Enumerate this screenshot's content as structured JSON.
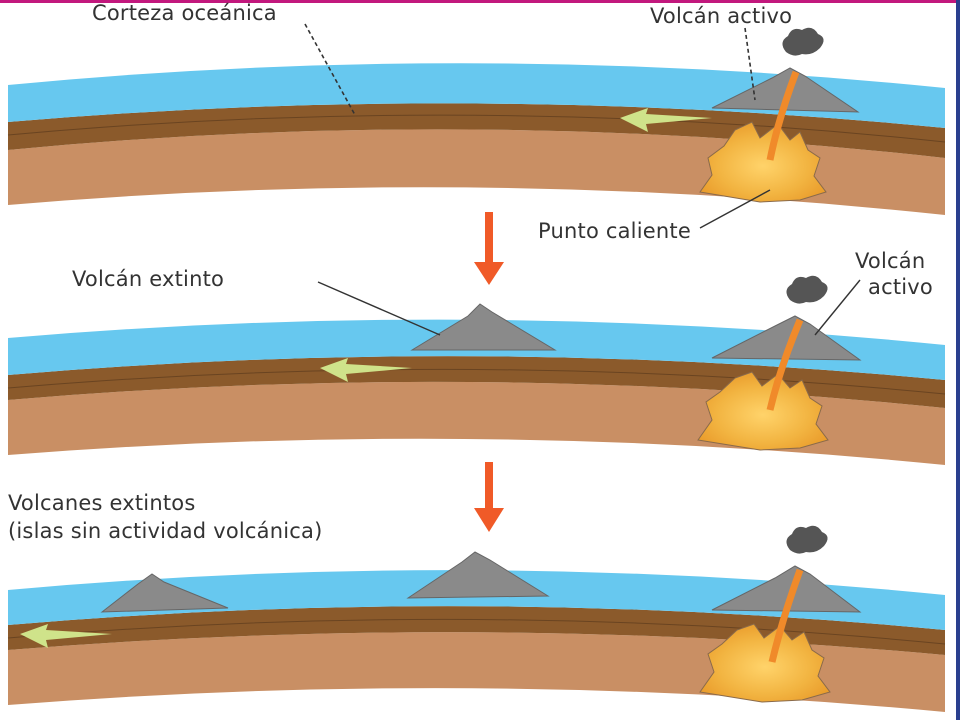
{
  "labels": {
    "corteza": "Corteza oceánica",
    "volcan_activo_1": "Volcán activo",
    "punto_caliente": "Punto caliente",
    "volcan_extinto": "Volcán extinto",
    "volcan_activo_2_line1": "Volcán",
    "volcan_activo_2_line2": "activo",
    "volcanes_extintos_line1": "Volcanes extintos",
    "volcanes_extintos_line2": "(islas sin actividad volcánica)"
  },
  "colors": {
    "ocean": "#67c8ef",
    "lithosphere": "#8b5a2b",
    "mantle": "#c98f64",
    "volcano": "#8a8a8a",
    "magma": "#f2b441",
    "motion_arrow": "#cfe38a",
    "step_arrow": "#f05a28",
    "accent_bar": "#c2187d",
    "edge_bar": "#2a3f8f"
  },
  "icons": {
    "plate_motion": "left-arrow-icon",
    "sequence_step": "down-arrow-icon",
    "active_volcano": "volcano-icon",
    "hotspot": "hotspot-icon"
  }
}
